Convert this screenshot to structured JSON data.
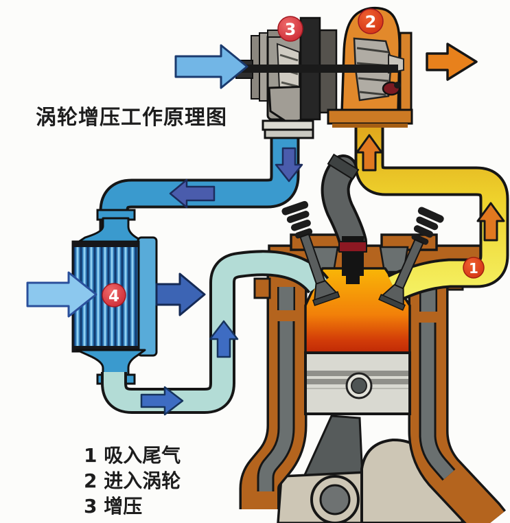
{
  "title": "涡轮增压工作原理图",
  "legend": {
    "items": [
      "1 吸入尾气",
      "2 进入涡轮",
      "3 增压"
    ]
  },
  "badge_numbers": [
    "1",
    "2",
    "3",
    "4"
  ],
  "steps": [
    {
      "num": "1",
      "meaning": "吸入尾气"
    },
    {
      "num": "2",
      "meaning": "进入涡轮"
    },
    {
      "num": "3",
      "meaning": "增压"
    }
  ],
  "colors": {
    "badge_red": "#c8232f",
    "badge_orange_red": "#e03a1c",
    "boost_pipe_blue": "#3a9ace",
    "cooled_pipe_pale": "#b3dcd6",
    "exhaust_pipe_yellow": "#f0e23c",
    "turbine_orange": "#e2892b",
    "compressor_gray": "#9d9a92",
    "engine_brown": "#b4641e",
    "liner_gray": "#6a7070",
    "arrow_light_blue": "#8cc8ee",
    "arrow_dark_blue": "#3c64b4",
    "arrow_indigo": "#4a5cac",
    "arrow_orange": "#e8811c",
    "combustion_hot": "#f28009"
  }
}
